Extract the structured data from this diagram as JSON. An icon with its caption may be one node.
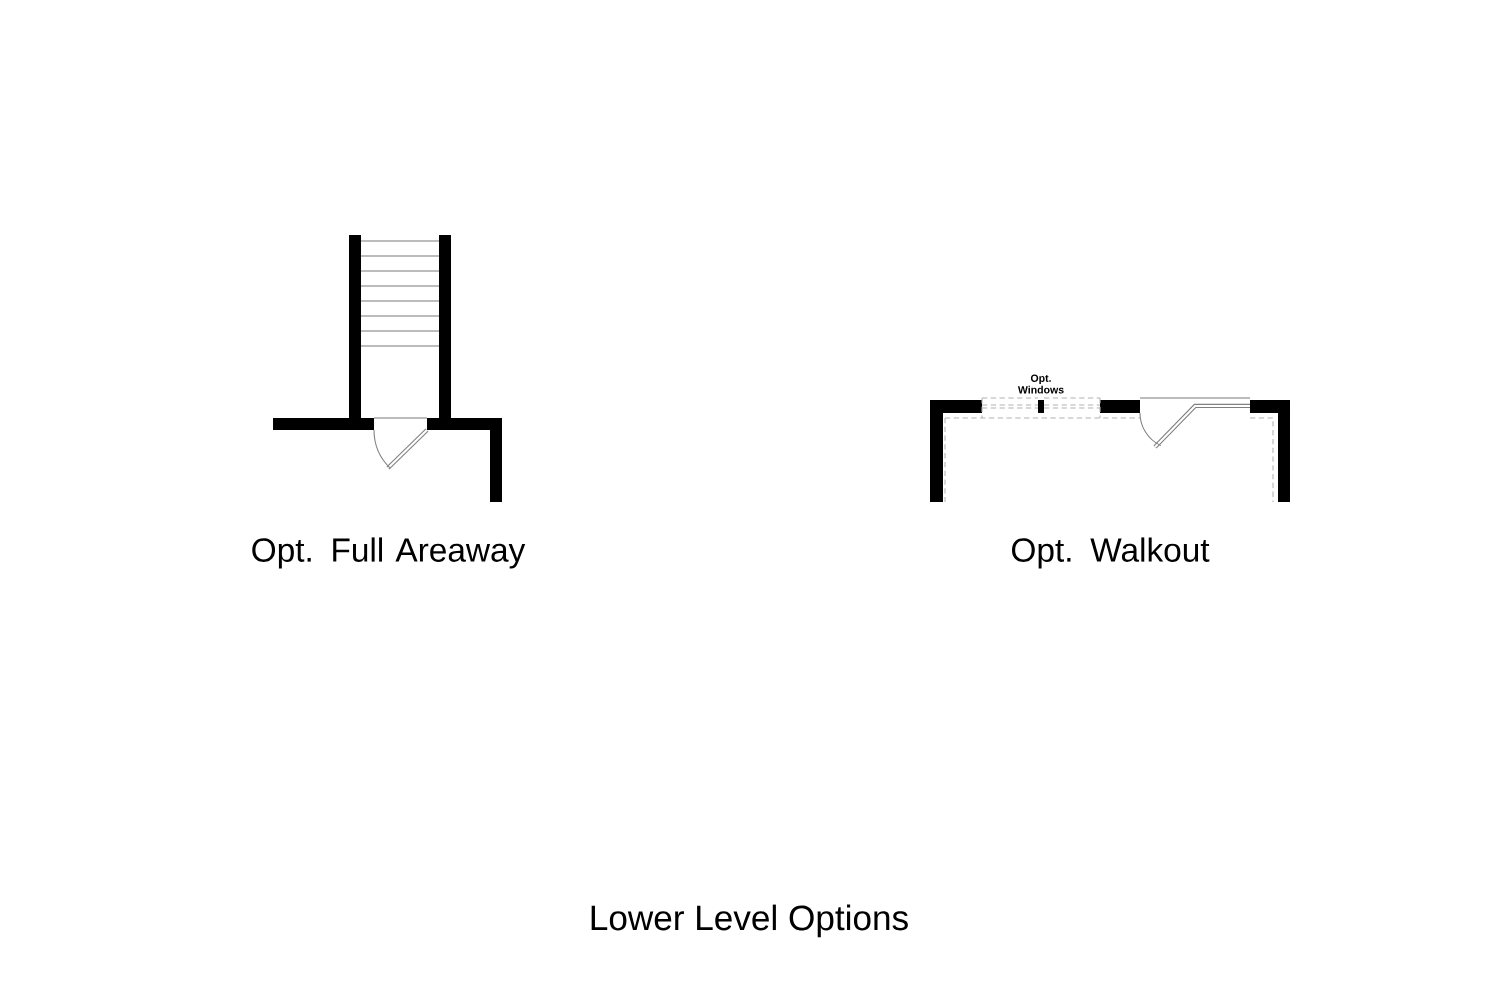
{
  "diagram": {
    "title": "Lower Level Options",
    "labels": [
      "Opt. Windows",
      "Opt. Full Areaway",
      "Opt. Walkout"
    ]
  }
}
